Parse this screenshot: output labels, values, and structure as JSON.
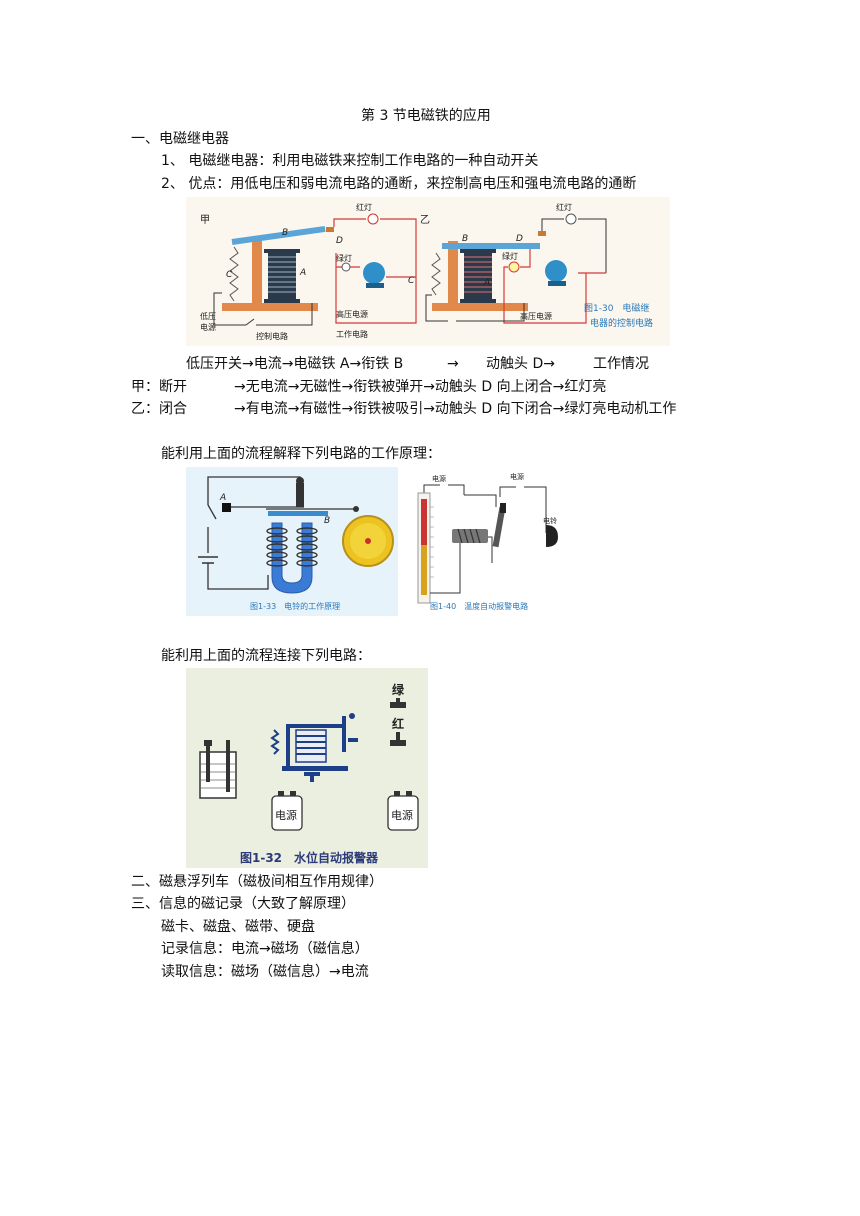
{
  "title": "第 3 节电磁铁的应用",
  "s1": {
    "heading": "一、电磁继电器",
    "item1": "1、 电磁继电器：利用电磁铁来控制工作电路的一种自动开关",
    "item2": "2、 优点：用低电压和弱电流电路的通断，来控制高电压和强电流电路的通断",
    "fig1": {
      "jia": "甲",
      "yi": "乙",
      "B": "B",
      "C": "C",
      "A": "A",
      "D": "D",
      "red": "红灯",
      "green": "绿灯",
      "lv1": "低压",
      "lv2": "电源",
      "hv": "高压电源",
      "ctrl": "控制电路",
      "work": "工作电路",
      "cap1": "图1-30　电磁继",
      "cap2": "电器的控制电路"
    },
    "flow": {
      "header": [
        "低压开关→电流→电磁铁 A→衔铁 B",
        "→",
        "动触头 D→",
        "工作情况"
      ],
      "jia": [
        "甲：断开",
        "→无电流→无磁性→衔铁被弹开→动触头 D 向上闭合→红灯亮"
      ],
      "yi": [
        "乙：闭合",
        "→有电流→有磁性→衔铁被吸引→动触头 D 向下闭合→绿灯亮电动机工作"
      ]
    },
    "explain": "能利用上面的流程解释下列电路的工作原理：",
    "fig2": {
      "A": "A",
      "B": "B",
      "cap": "图1-33　电铃的工作原理",
      "ps1": "电源",
      "ps2": "电源",
      "bell": "电铃",
      "cap2": "图1-40　温度自动报警电路"
    },
    "connect": "能利用上面的流程连接下列电路：",
    "fig3": {
      "green": "绿",
      "red": "红",
      "ps1": "电源",
      "ps2": "电源",
      "cap": "图1-32　水位自动报警器"
    }
  },
  "s2": {
    "heading": "二、磁悬浮列车（磁极间相互作用规律）"
  },
  "s3": {
    "heading": "三、信息的磁记录（大致了解原理）",
    "line1": "磁卡、磁盘、磁带、硬盘",
    "line2": "记录信息：电流→磁场（磁信息）",
    "line3": "读取信息：磁场（磁信息）→电流"
  }
}
